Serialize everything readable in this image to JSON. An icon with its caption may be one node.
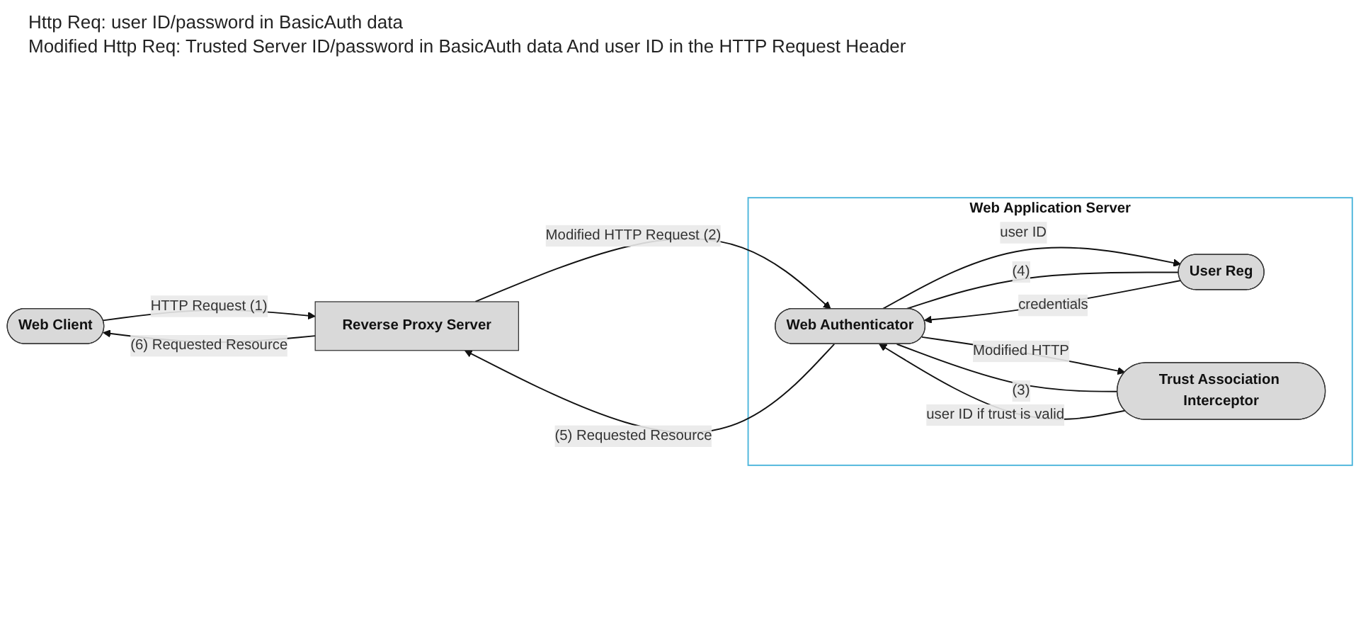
{
  "diagram": {
    "nodes": [
      {
        "text": [
          "Web Client"
        ]
      },
      {
        "text": [
          "Reverse Proxy Server"
        ]
      },
      {
        "text": [
          "Web Application Server"
        ]
      },
      {
        "text": [
          "User Reg"
        ],
        "in": 2
      },
      {
        "text": [
          "Web Authenticator"
        ],
        "in": 2
      },
      {
        "text": [
          "Trust Association Interceptor"
        ],
        "in": 2
      }
    ],
    "edges": [
      {
        "from": 0,
        "to": 1,
        "arrow": "to",
        "label": "HTTP Request (1)"
      },
      {
        "from": 1,
        "to": 0,
        "arrow": "to",
        "label": "(6) Requested Resource"
      },
      {
        "from": 1,
        "to": 4,
        "arrow": "to",
        "label": "Modified HTTP Request (2)"
      },
      {
        "from": 4,
        "to": 1,
        "arrow": "to",
        "label": "(5) Requested Resource"
      },
      {
        "from": 4,
        "to": 3,
        "arrow": "to",
        "label": "user ID"
      },
      {
        "from": 4,
        "to": 3,
        "arrow": "none",
        "label": "(4)"
      },
      {
        "from": 3,
        "to": 4,
        "arrow": "to",
        "label": "credentials"
      },
      {
        "from": 4,
        "to": 5,
        "arrow": "to",
        "label": "Modified HTTP"
      },
      {
        "from": 4,
        "to": 5,
        "arrow": "none",
        "label": "(3)"
      },
      {
        "from": 5,
        "to": 4,
        "arrow": "to",
        "label": "user ID if trust is valid"
      }
    ],
    "labels": [
      "Http Req: user ID/password in BasicAuth data",
      "Modified Http Req: Trusted Server ID/password in BasicAuth data And user ID in the HTTP Request Header"
    ]
  }
}
